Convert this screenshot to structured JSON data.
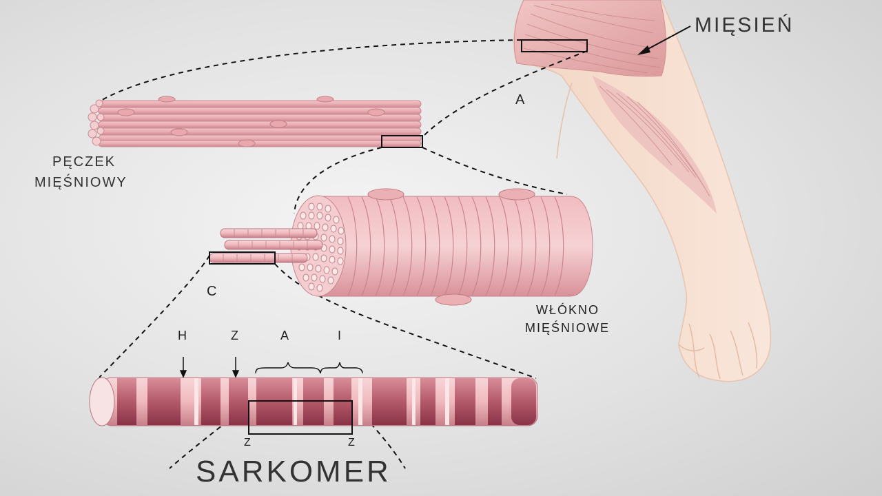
{
  "labels": {
    "muscle": "MIĘSIEŃ",
    "bundle_line1": "PĘCZEK",
    "bundle_line2": "MIĘŚNIOWY",
    "fiber_line1": "WŁÓKNO",
    "fiber_line2": "MIĘŚNIOWE",
    "sarcomere": "SARKOMER",
    "marker_a_top": "A",
    "marker_c": "C",
    "band_h": "H",
    "band_z": "Z",
    "band_a": "A",
    "band_i": "I",
    "z_left": "Z",
    "z_right": "Z"
  },
  "colors": {
    "background": "#e2e2e2",
    "muscle_pink": "#e8a6ab",
    "muscle_dark": "#a04656",
    "skin": "#f6dccb",
    "line": "#111111"
  }
}
